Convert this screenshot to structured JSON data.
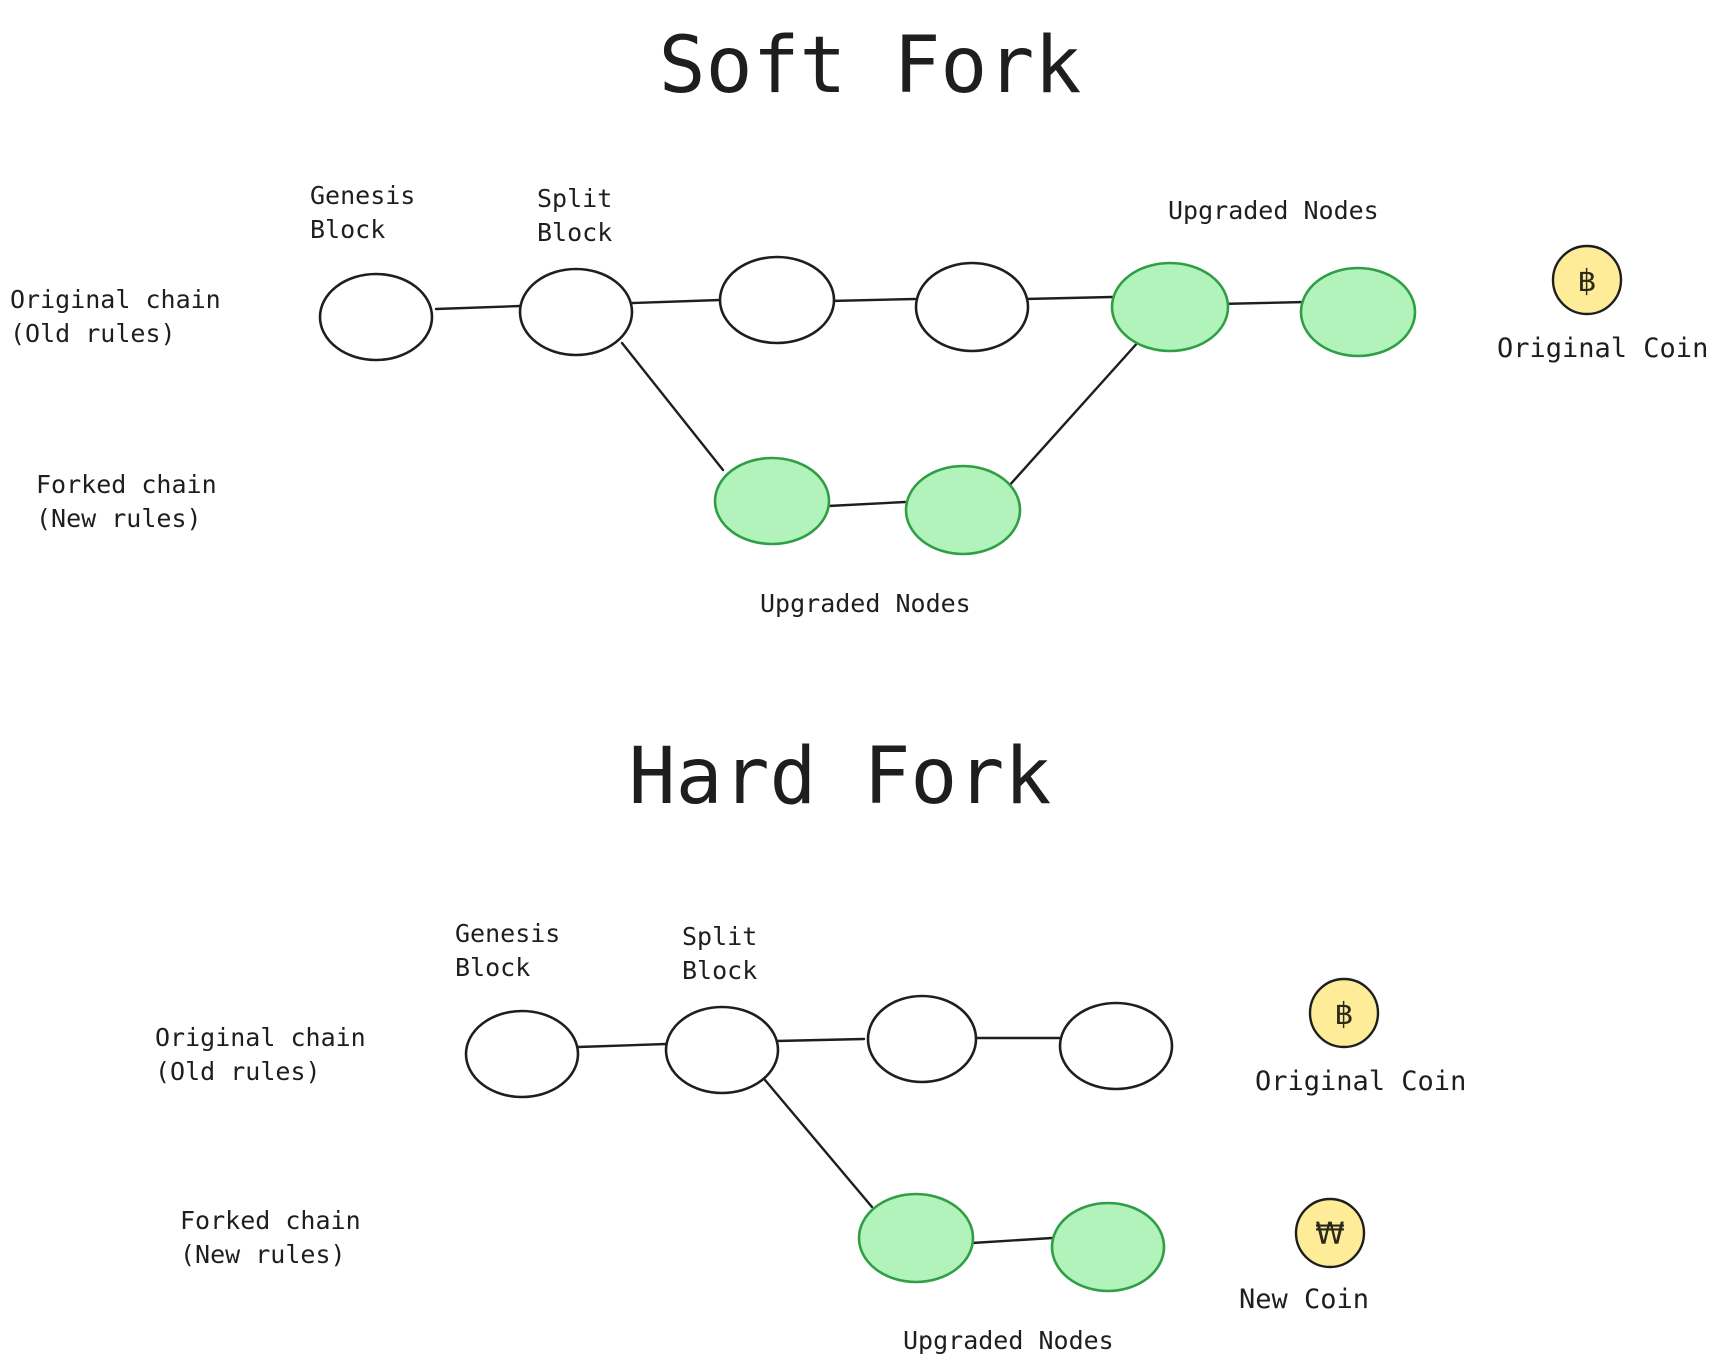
{
  "soft_fork": {
    "title": "Soft Fork",
    "genesis_label": [
      "Genesis",
      "Block"
    ],
    "split_label": [
      "Split",
      "Block"
    ],
    "original_chain_label": [
      "Original chain",
      "(Old rules)"
    ],
    "forked_chain_label": [
      "Forked chain",
      "(New rules)"
    ],
    "upgraded_nodes_top": "Upgraded Nodes",
    "upgraded_nodes_bottom": "Upgraded Nodes",
    "coin": {
      "symbol": "฿",
      "label": "Original Coin"
    }
  },
  "hard_fork": {
    "title": "Hard Fork",
    "genesis_label": [
      "Genesis",
      "Block"
    ],
    "split_label": [
      "Split",
      "Block"
    ],
    "original_chain_label": [
      "Original chain",
      "(Old rules)"
    ],
    "forked_chain_label": [
      "Forked chain",
      "(New rules)"
    ],
    "upgraded_nodes_bottom": "Upgraded Nodes",
    "original_coin": {
      "symbol": "฿",
      "label": "Original Coin"
    },
    "new_coin": {
      "symbol": "₩",
      "label": "New Coin"
    }
  },
  "colors": {
    "old_node_fill": "#ffffff",
    "upgraded_node_fill": "#b2f2bb",
    "upgraded_node_stroke": "#2f9e44",
    "coin_fill": "#ffec99",
    "ink": "#1e1e1e"
  }
}
